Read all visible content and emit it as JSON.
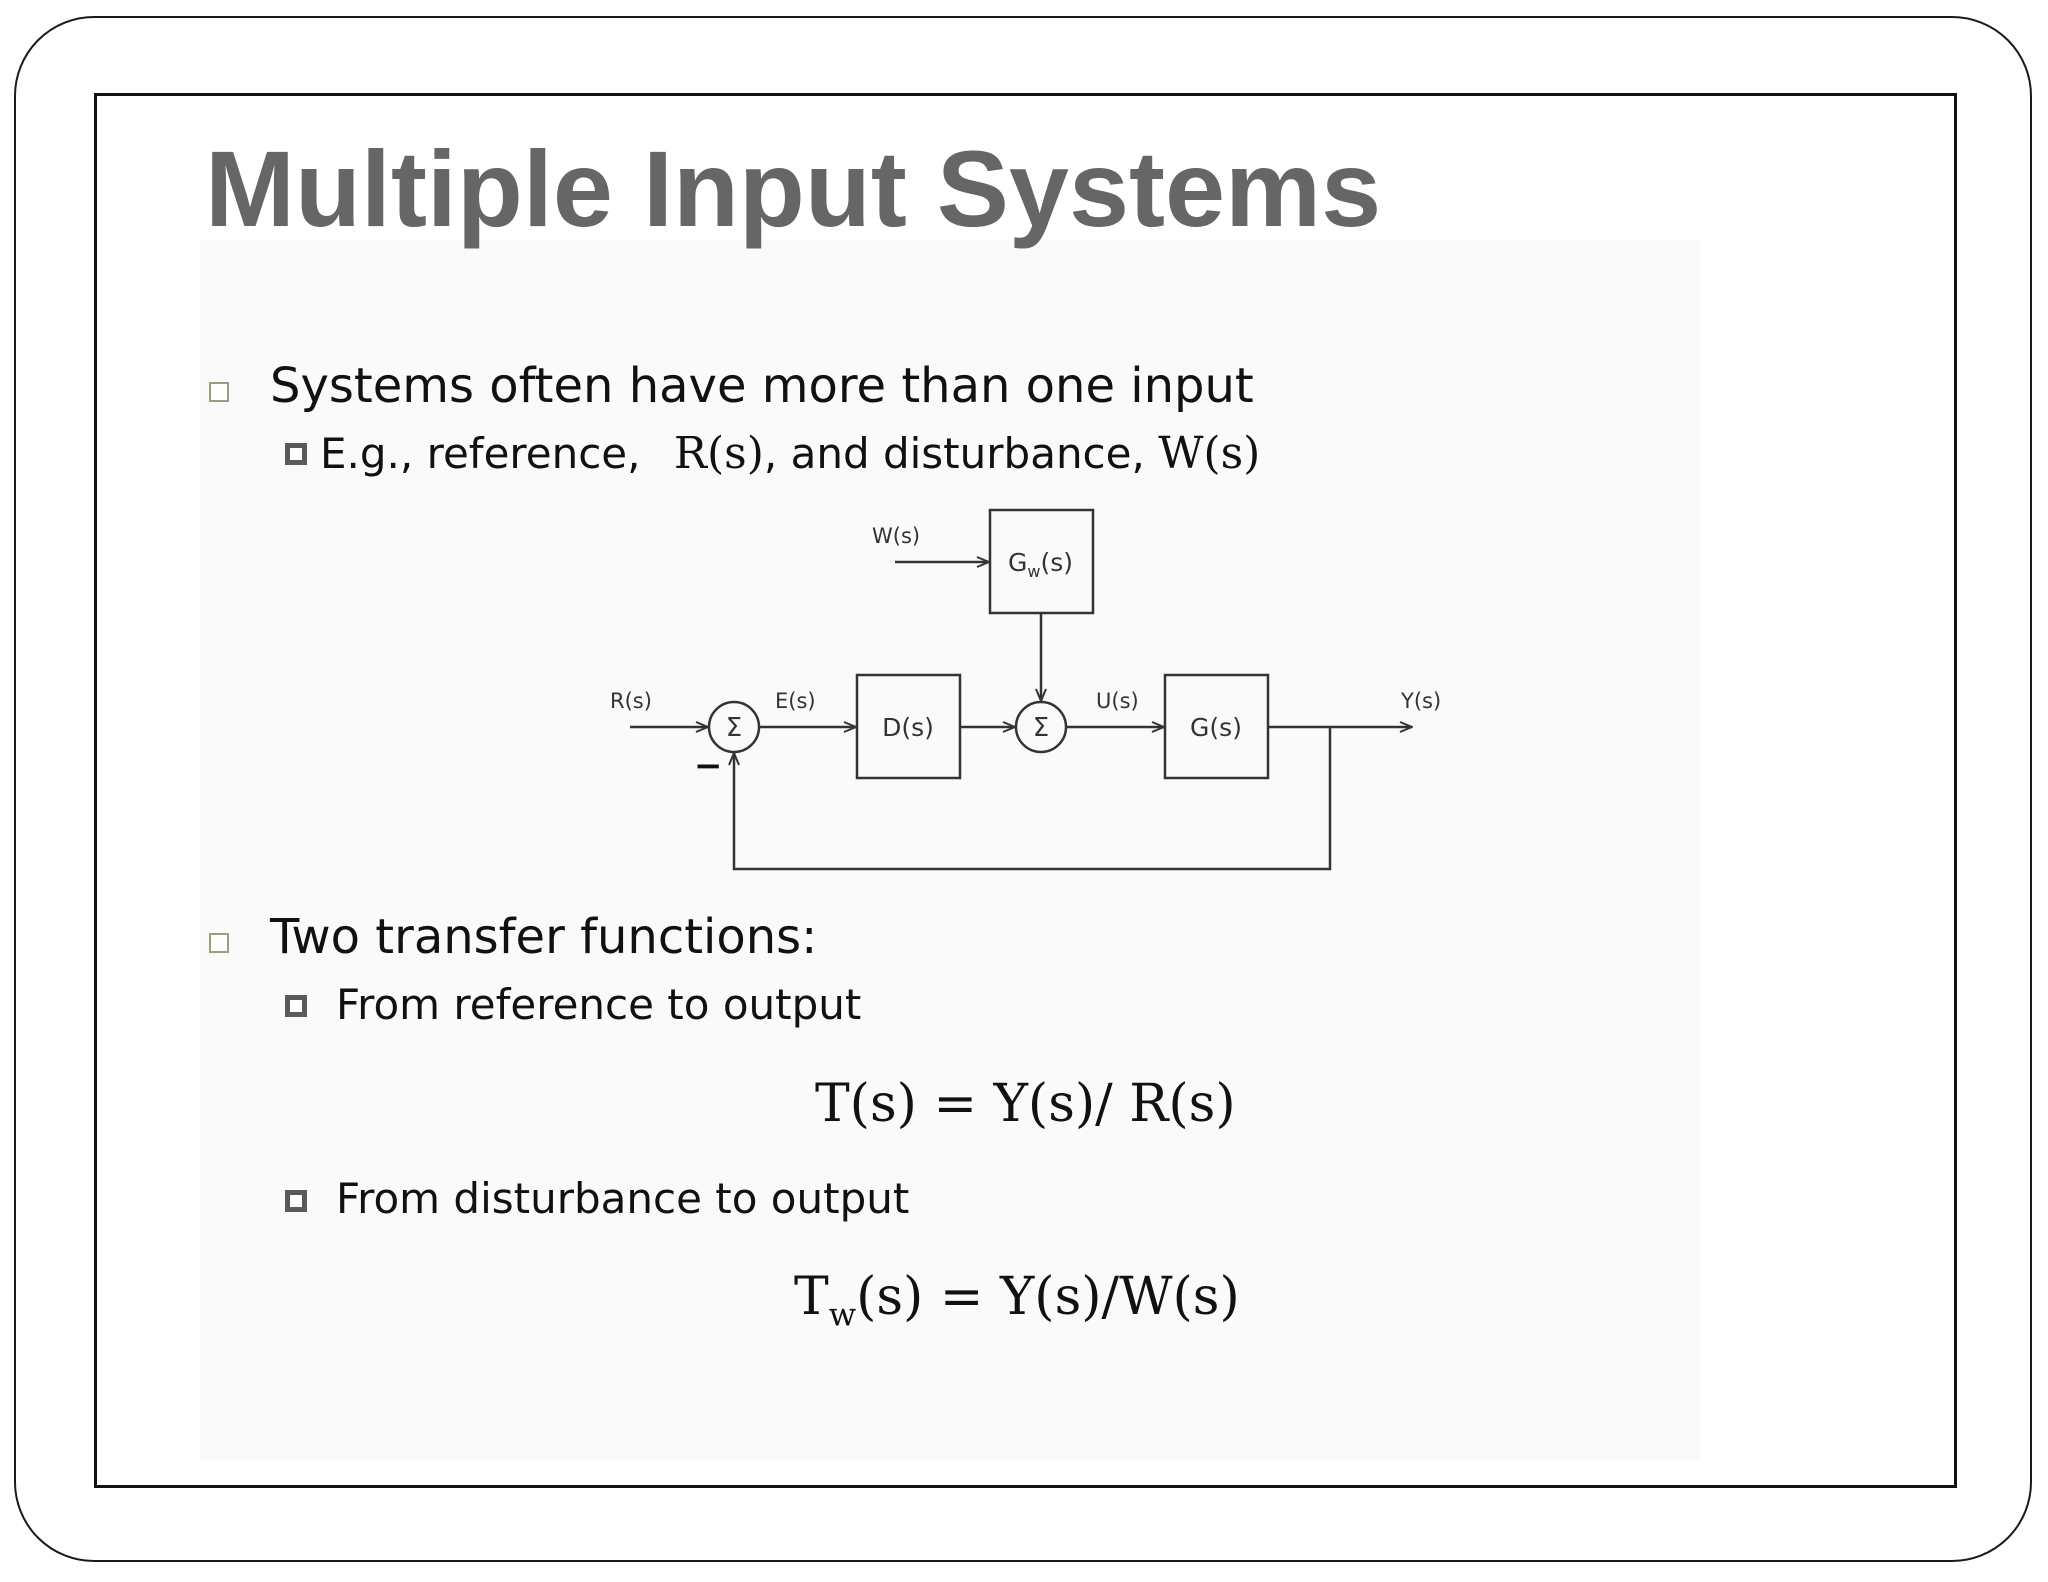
{
  "slide": {
    "title": "Multiple Input Systems",
    "bullet1": {
      "text": "Systems often have more than one input",
      "sub": {
        "prefix": "E.g., reference, ",
        "r_symbol": "R(s)",
        "middle": ", and disturbance, ",
        "w_symbol": "W(s)"
      }
    },
    "bullet2": {
      "text": "Two transfer functions:",
      "sub1": "From reference to output",
      "eq1": "T(s) =  Y(s)/ R(s)",
      "sub2": "From disturbance to output",
      "eq2_lhs": "T",
      "eq2_sub": "w",
      "eq2_rhs": "(s) =  Y(s)/W(s)"
    }
  },
  "diagram": {
    "labels": {
      "R": "R(s)",
      "E": "E(s)",
      "W": "W(s)",
      "U": "U(s)",
      "Y": "Y(s)",
      "minus": "−",
      "sum1": "Σ",
      "sum2": "Σ"
    },
    "blocks": {
      "D": "D(s)",
      "G": "G(s)",
      "Gw_main": "G",
      "Gw_sub": "w",
      "Gw_tail": "(s)"
    },
    "line_color": "#333333"
  }
}
